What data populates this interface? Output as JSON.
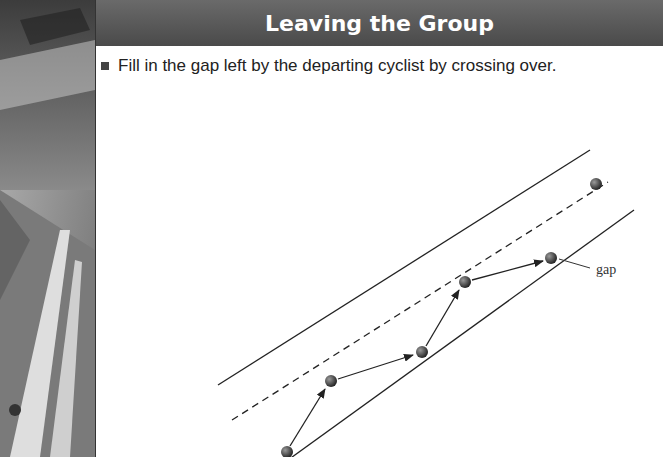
{
  "diagram": {
    "title": "Leaving the Group",
    "labels": [
      "Fill in the gap left by the departing cyclist by crossing over.",
      "gap"
    ]
  }
}
